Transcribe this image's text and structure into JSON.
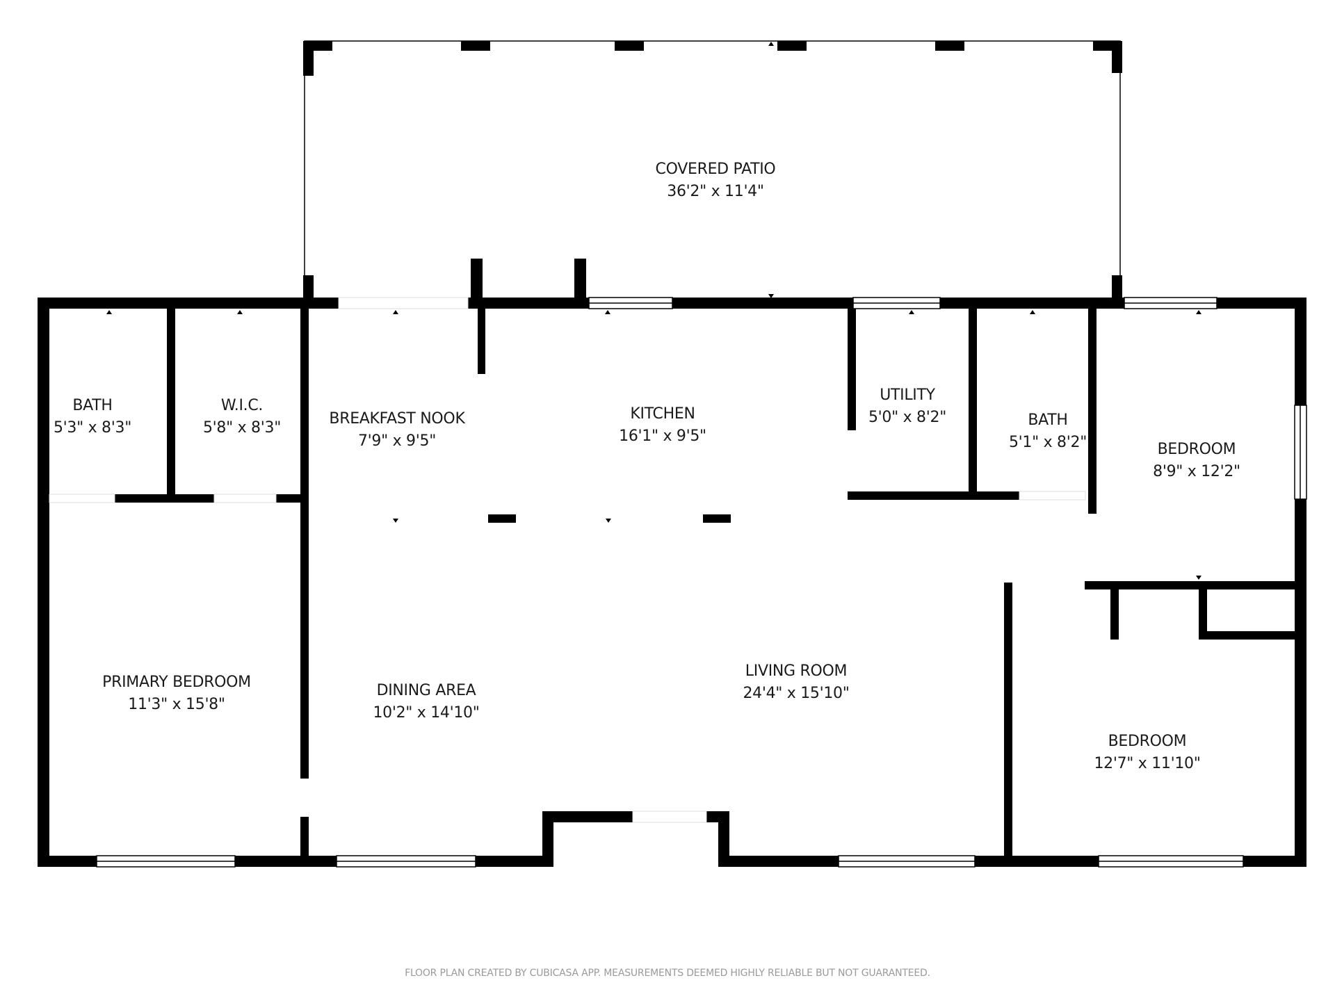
{
  "plan": {
    "type": "floor-plan",
    "rooms": [
      {
        "id": "covered-patio",
        "name": "COVERED PATIO",
        "dims": "36'2\" x 11'4\""
      },
      {
        "id": "bath-1",
        "name": "BATH",
        "dims": "5'3\" x 8'3\""
      },
      {
        "id": "wic",
        "name": "W.I.C.",
        "dims": "5'8\" x 8'3\""
      },
      {
        "id": "breakfast-nook",
        "name": "BREAKFAST NOOK",
        "dims": "7'9\" x 9'5\""
      },
      {
        "id": "kitchen",
        "name": "KITCHEN",
        "dims": "16'1\" x 9'5\""
      },
      {
        "id": "utility",
        "name": "UTILITY",
        "dims": "5'0\" x 8'2\""
      },
      {
        "id": "bath-2",
        "name": "BATH",
        "dims": "5'1\" x 8'2\""
      },
      {
        "id": "bedroom-1",
        "name": "BEDROOM",
        "dims": "8'9\" x 12'2\""
      },
      {
        "id": "primary-bedroom",
        "name": "PRIMARY BEDROOM",
        "dims": "11'3\" x 15'8\""
      },
      {
        "id": "dining-area",
        "name": "DINING AREA",
        "dims": "10'2\" x 14'10\""
      },
      {
        "id": "living-room",
        "name": "LIVING ROOM",
        "dims": "24'4\" x 15'10\""
      },
      {
        "id": "bedroom-2",
        "name": "BEDROOM",
        "dims": "12'7\" x 11'10\""
      }
    ],
    "colors": {
      "wall": "#000000",
      "background": "#ffffff",
      "text": "#1a1a1a",
      "footer": "#9a9a9a"
    }
  },
  "footer": {
    "disclaimer": "FLOOR PLAN CREATED BY CUBICASA APP. MEASUREMENTS DEEMED HIGHLY RELIABLE BUT NOT GUARANTEED."
  }
}
